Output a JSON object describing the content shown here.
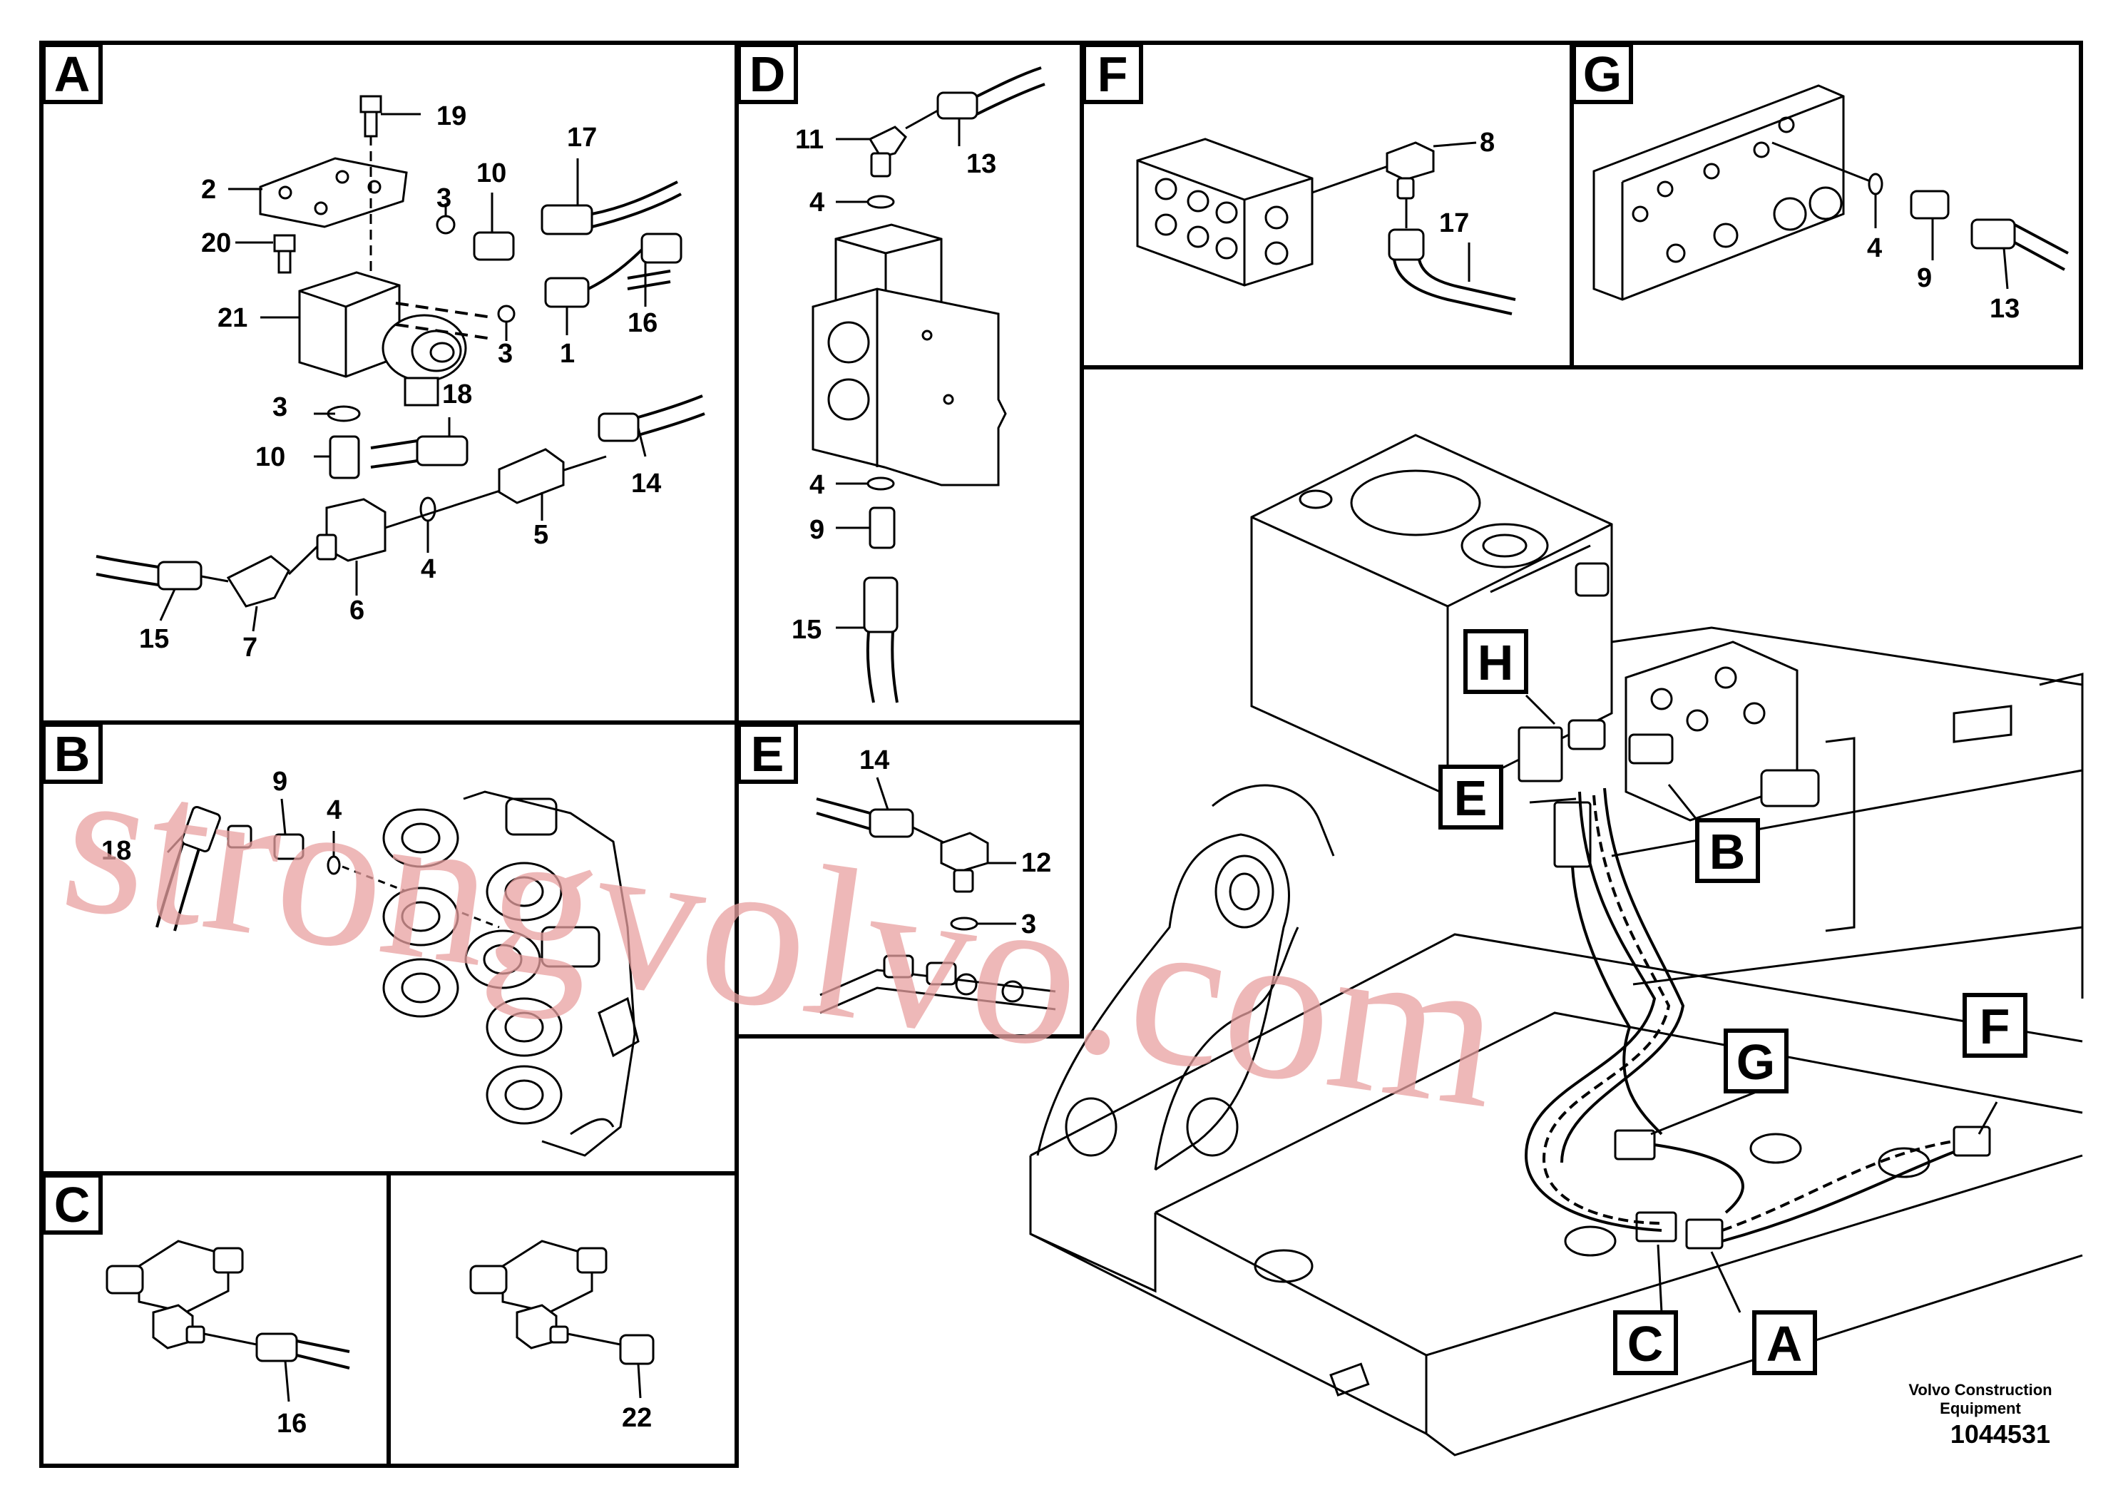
{
  "panels": {
    "A": {
      "letter": "A",
      "callouts": [
        "19",
        "2",
        "20",
        "21",
        "17",
        "10",
        "3",
        "3",
        "16",
        "1",
        "3",
        "18",
        "10",
        "14",
        "5",
        "4",
        "6",
        "15",
        "7"
      ]
    },
    "D": {
      "letter": "D",
      "callouts": [
        "11",
        "13",
        "4",
        "4",
        "9",
        "15"
      ]
    },
    "F": {
      "letter": "F",
      "callouts": [
        "8",
        "17"
      ]
    },
    "G": {
      "letter": "G",
      "callouts": [
        "4",
        "9",
        "13"
      ]
    },
    "B": {
      "letter": "B",
      "callouts": [
        "18",
        "9",
        "4"
      ]
    },
    "E": {
      "letter": "E",
      "callouts": [
        "14",
        "12",
        "3"
      ]
    },
    "C1": {
      "letter": "C",
      "callouts": [
        "16"
      ]
    },
    "C2": {
      "callouts": [
        "22"
      ]
    }
  },
  "overview_tags": [
    "H",
    "E",
    "B",
    "G",
    "F",
    "C",
    "A"
  ],
  "watermark": "strongvolvo.com",
  "caption": {
    "company_line1": "Volvo Construction",
    "company_line2": "Equipment",
    "number": "1044531"
  }
}
